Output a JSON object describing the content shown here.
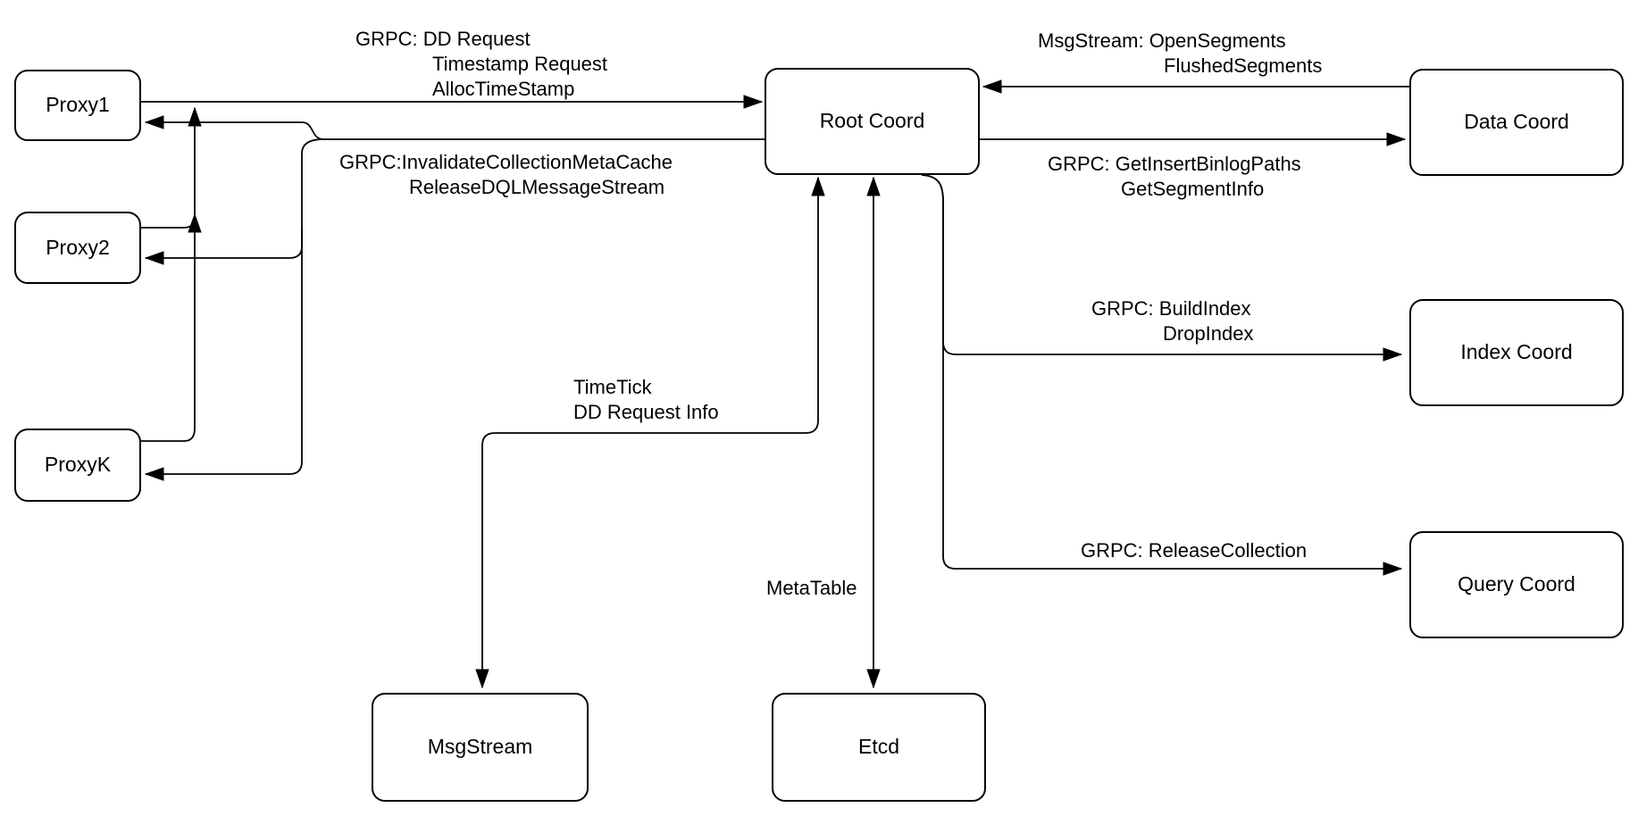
{
  "nodes": {
    "proxy1": {
      "label": "Proxy1"
    },
    "proxy2": {
      "label": "Proxy2"
    },
    "proxyk": {
      "label": "ProxyK"
    },
    "root_coord": {
      "label": "Root Coord"
    },
    "data_coord": {
      "label": "Data Coord"
    },
    "index_coord": {
      "label": "Index Coord"
    },
    "query_coord": {
      "label": "Query Coord"
    },
    "msgstream": {
      "label": "MsgStream"
    },
    "etcd": {
      "label": "Etcd"
    }
  },
  "edge_labels": {
    "proxy_to_root": {
      "lines": [
        "GRPC: DD Request",
        "Timestamp Request",
        "AllocTimeStamp"
      ]
    },
    "root_to_proxies": {
      "lines": [
        "GRPC:InvalidateCollectionMetaCache",
        "ReleaseDQLMessageStream"
      ]
    },
    "data_to_root": {
      "lines": [
        "MsgStream: OpenSegments",
        "FlushedSegments"
      ]
    },
    "root_to_data": {
      "lines": [
        "GRPC: GetInsertBinlogPaths",
        "GetSegmentInfo"
      ]
    },
    "root_to_index": {
      "lines": [
        "GRPC: BuildIndex",
        "DropIndex"
      ]
    },
    "root_to_query": {
      "lines": [
        "GRPC: ReleaseCollection"
      ]
    },
    "root_to_msgstream": {
      "lines": [
        "TimeTick",
        "DD Request Info"
      ]
    },
    "root_to_etcd": {
      "lines": [
        "MetaTable"
      ]
    }
  },
  "colors": {
    "line": "#000000",
    "node_border": "#000000",
    "node_fill": "#ffffff",
    "background": "#ffffff"
  }
}
